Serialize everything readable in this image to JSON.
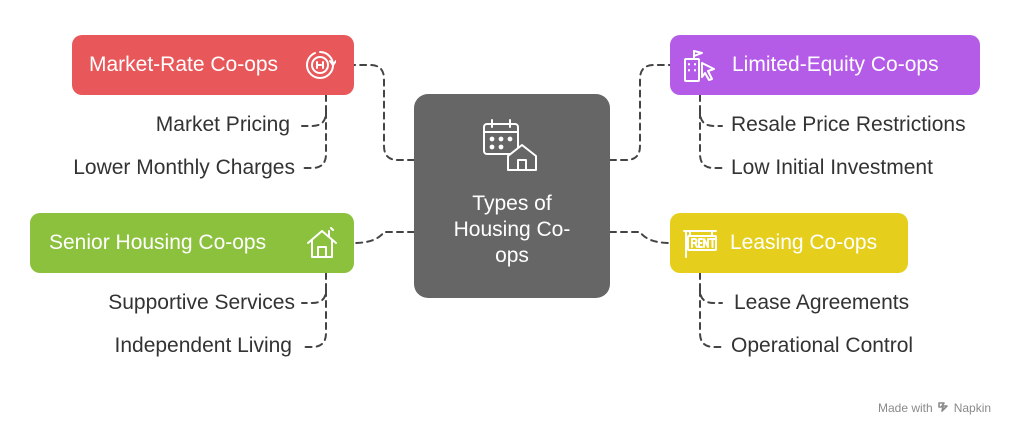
{
  "center": {
    "title": "Types of Housing Co-ops",
    "icon": "calendar-house-icon"
  },
  "branches": [
    {
      "label": "Market-Rate Co-ops",
      "color": "#e8585a",
      "icon": "circular-arrows-coin-icon",
      "items": [
        "Market Pricing",
        "Lower Monthly Charges"
      ]
    },
    {
      "label": "Limited-Equity Co-ops",
      "color": "#b45be8",
      "icon": "building-flag-cursor-icon",
      "items": [
        "Resale Price Restrictions",
        "Low Initial Investment"
      ]
    },
    {
      "label": "Senior Housing Co-ops",
      "color": "#8cc13e",
      "icon": "house-icon",
      "items": [
        "Supportive Services",
        "Independent Living"
      ]
    },
    {
      "label": "Leasing Co-ops",
      "color": "#e6cf1c",
      "icon": "rent-sign-icon",
      "items": [
        "Lease Agreements",
        "Operational Control"
      ]
    }
  ],
  "footer": {
    "made_with": "Made with",
    "brand": "Napkin"
  }
}
